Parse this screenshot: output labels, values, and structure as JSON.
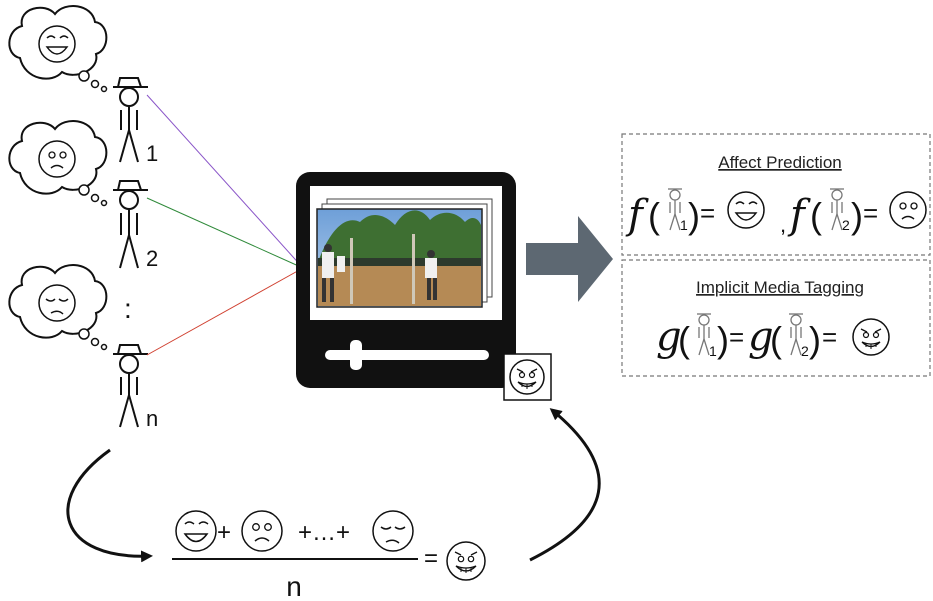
{
  "viewers": [
    {
      "index_label": "1",
      "thought_face": "laughing-face-icon"
    },
    {
      "index_label": "2",
      "thought_face": "worried-face-icon"
    },
    {
      "index_label": "n",
      "thought_face": "tired-face-icon"
    }
  ],
  "ellipsis_dots": ":",
  "video_panel": {
    "overlay_face": "grimacing-face-icon"
  },
  "affect_prediction": {
    "title": "Affect Prediction",
    "func": "f",
    "sub1": "1",
    "sub2": "2",
    "equals": "=",
    "comma": ","
  },
  "implicit_tagging": {
    "title": "Implicit Media Tagging",
    "func": "g",
    "sub1": "1",
    "sub2": "2",
    "equals": "="
  },
  "aggregation": {
    "plus": "+",
    "middle": "+…+",
    "denominator": "n",
    "equals": "="
  },
  "colors": {
    "line_viewer1": "#8a55c8",
    "line_viewer2": "#2f8a3a",
    "line_viewer3": "#d04030",
    "big_arrow": "#5d6872",
    "monitor": "#111111"
  }
}
